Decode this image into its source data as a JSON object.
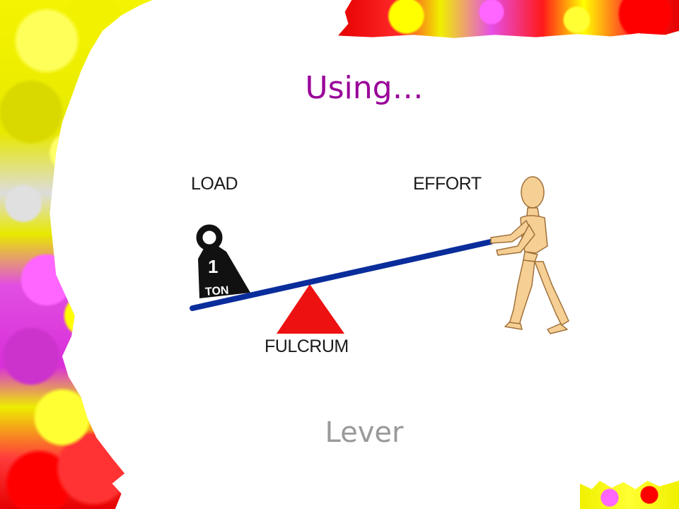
{
  "slide": {
    "title": "Using…",
    "caption": "Lever"
  },
  "diagram": {
    "load_label": "LOAD",
    "effort_label": "EFFORT",
    "fulcrum_label": "FULCRUM",
    "weight_number": "1",
    "weight_unit": "TON"
  },
  "colors": {
    "title": "#990099",
    "caption": "#999999",
    "lever_beam": "#0a2d9c",
    "fulcrum": "#ee1111",
    "weight": "#111111",
    "figure": "#f6cf95"
  }
}
